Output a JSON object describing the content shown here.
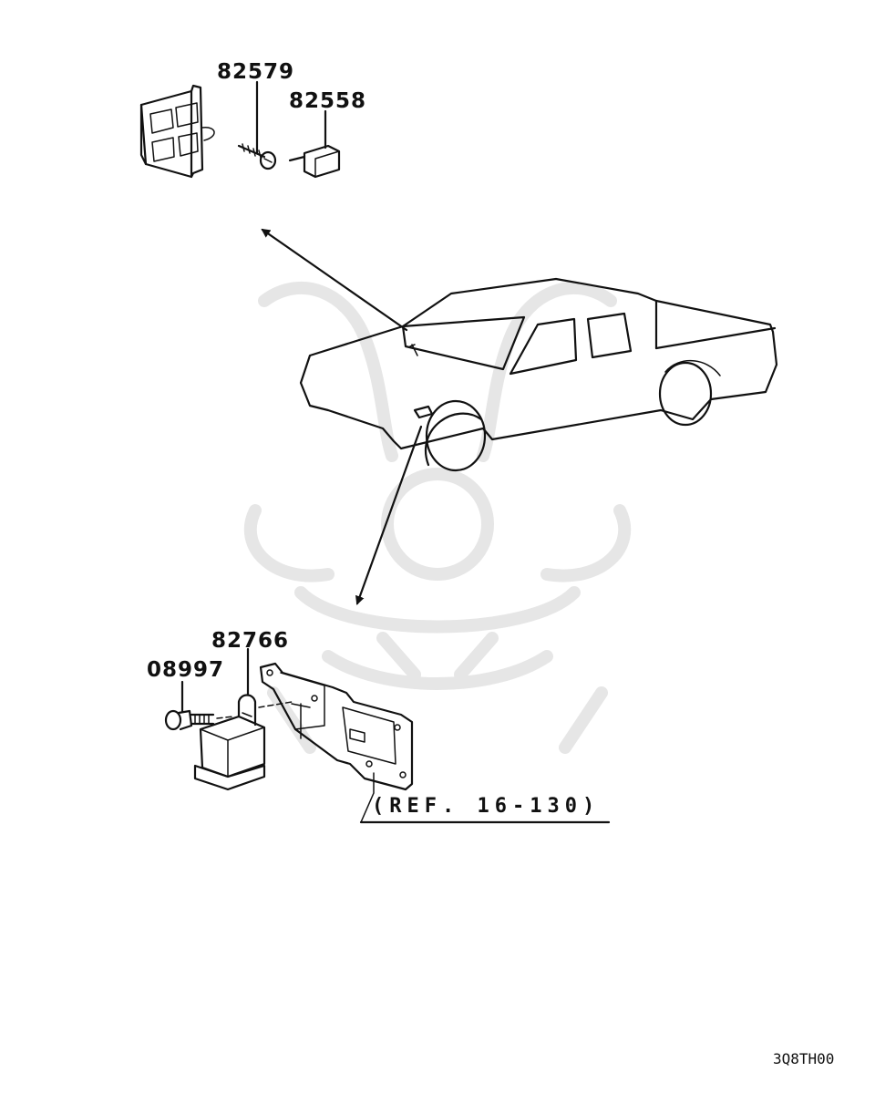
{
  "parts": [
    {
      "number": "82579"
    },
    {
      "number": "82558"
    },
    {
      "number": "82766"
    },
    {
      "number": "08997"
    }
  ],
  "reference": "(REF. 16-130)",
  "diagram_code": "3Q8TH00",
  "colors": {
    "line": "#111111",
    "watermark": "#e6e6e6",
    "background": "#ffffff"
  }
}
